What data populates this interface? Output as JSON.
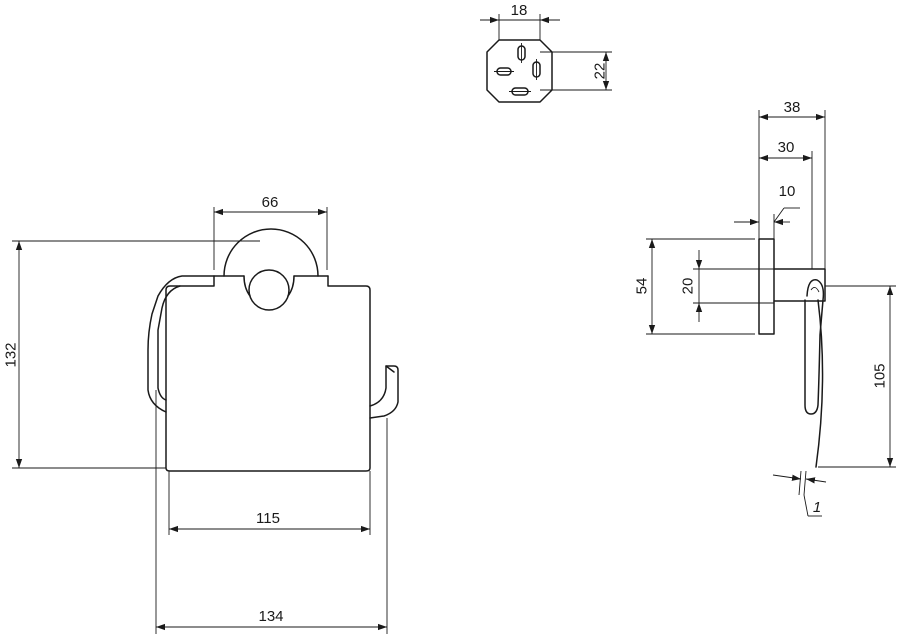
{
  "colors": {
    "ink": "#1a1a1a",
    "background": "#ffffff"
  },
  "dimensions": {
    "front_rosette_width": "66",
    "front_total_height": "132",
    "front_cover_width": "115",
    "front_total_width": "134",
    "mount_plate_width": "18",
    "mount_plate_height": "22",
    "side_total_depth": "38",
    "side_depth_inner": "30",
    "side_plate_thickness": "10",
    "side_rosette_height": "54",
    "side_mount_height": "20",
    "side_cover_drop": "105",
    "side_cover_thickness": "1"
  }
}
